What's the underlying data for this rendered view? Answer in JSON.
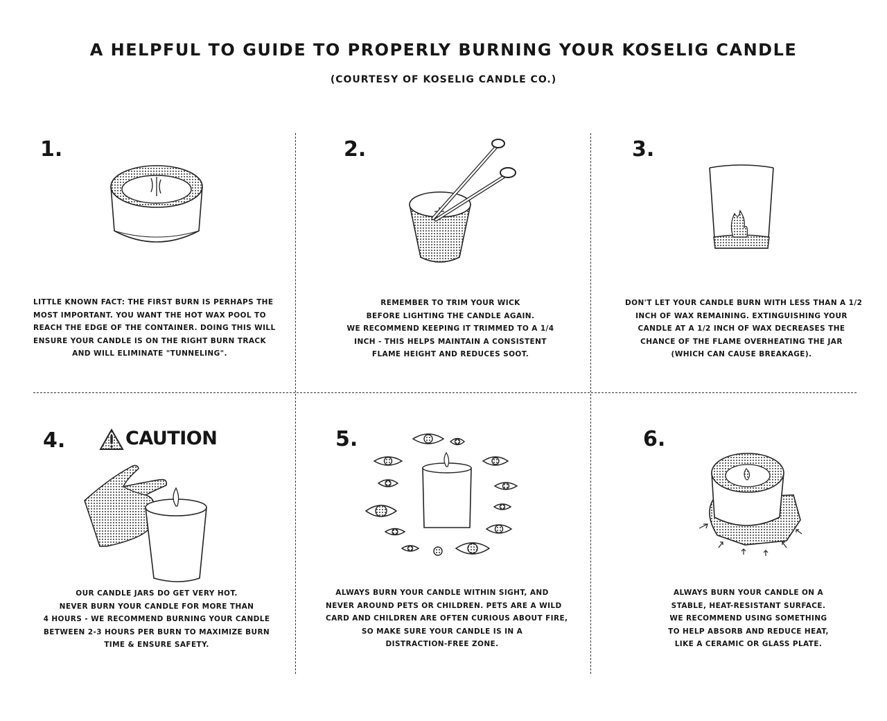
{
  "header": {
    "title": "A HELPFUL TO GUIDE TO PROPERLY BURNING YOUR KOSELIG CANDLE",
    "subtitle": "(COURTESY OF KOSELIG CANDLE CO.)"
  },
  "caution_label": "CAUTION",
  "steps": [
    {
      "number": "1.",
      "icon": "candle-wax-pool-icon",
      "lines": [
        "LITTLE KNOWN FACT: THE FIRST BURN IS PERHAPS THE",
        "MOST IMPORTANT. YOU WANT THE HOT WAX POOL TO",
        "REACH THE EDGE OF THE CONTAINER. DOING THIS WILL",
        "ENSURE YOUR CANDLE IS ON THE RIGHT BURN TRACK",
        "AND WILL ELIMINATE \"TUNNELING\"."
      ]
    },
    {
      "number": "2.",
      "icon": "wick-trimmer-icon",
      "lines": [
        "REMEMBER TO TRIM YOUR WICK",
        "BEFORE LIGHTING THE CANDLE AGAIN.",
        "WE RECOMMEND KEEPING IT TRIMMED TO A 1/4",
        "INCH - THIS HELPS MAINTAIN A CONSISTENT",
        "FLAME HEIGHT AND REDUCES SOOT."
      ]
    },
    {
      "number": "3.",
      "icon": "low-wax-jar-icon",
      "lines": [
        "DON'T LET YOUR CANDLE BURN WITH LESS THAN A 1/2",
        "INCH OF WAX REMAINING. EXTINGUISHING YOUR",
        "CANDLE AT A 1/2 INCH OF WAX DECREASES THE",
        "CHANCE OF THE FLAME OVERHEATING THE JAR",
        "(WHICH CAN CAUSE BREAKAGE)."
      ]
    },
    {
      "number": "4.",
      "icon": "hot-jar-hand-icon",
      "lines": [
        "OUR CANDLE JARS DO GET VERY HOT.",
        "NEVER BURN YOUR CANDLE FOR MORE THAN",
        "4 HOURS - WE RECOMMEND BURNING YOUR CANDLE",
        "BETWEEN 2-3 HOURS PER BURN TO MAXIMIZE BURN",
        "TIME & ENSURE SAFETY."
      ]
    },
    {
      "number": "5.",
      "icon": "candle-surrounded-by-eyes-icon",
      "lines": [
        "ALWAYS BURN YOUR CANDLE WITHIN SIGHT, AND",
        "NEVER AROUND PETS OR CHILDREN. PETS ARE A WILD",
        "CARD AND CHILDREN ARE OFTEN CURIOUS ABOUT FIRE,",
        "SO MAKE SURE YOUR CANDLE IS IN A",
        "DISTRACTION-FREE ZONE."
      ]
    },
    {
      "number": "6.",
      "icon": "candle-on-plate-icon",
      "lines": [
        "ALWAYS BURN YOUR CANDLE ON A",
        "STABLE, HEAT-RESISTANT SURFACE.",
        "WE RECOMMEND USING SOMETHING",
        "TO HELP ABSORB AND REDUCE HEAT,",
        "LIKE A CERAMIC OR GLASS PLATE."
      ]
    }
  ]
}
